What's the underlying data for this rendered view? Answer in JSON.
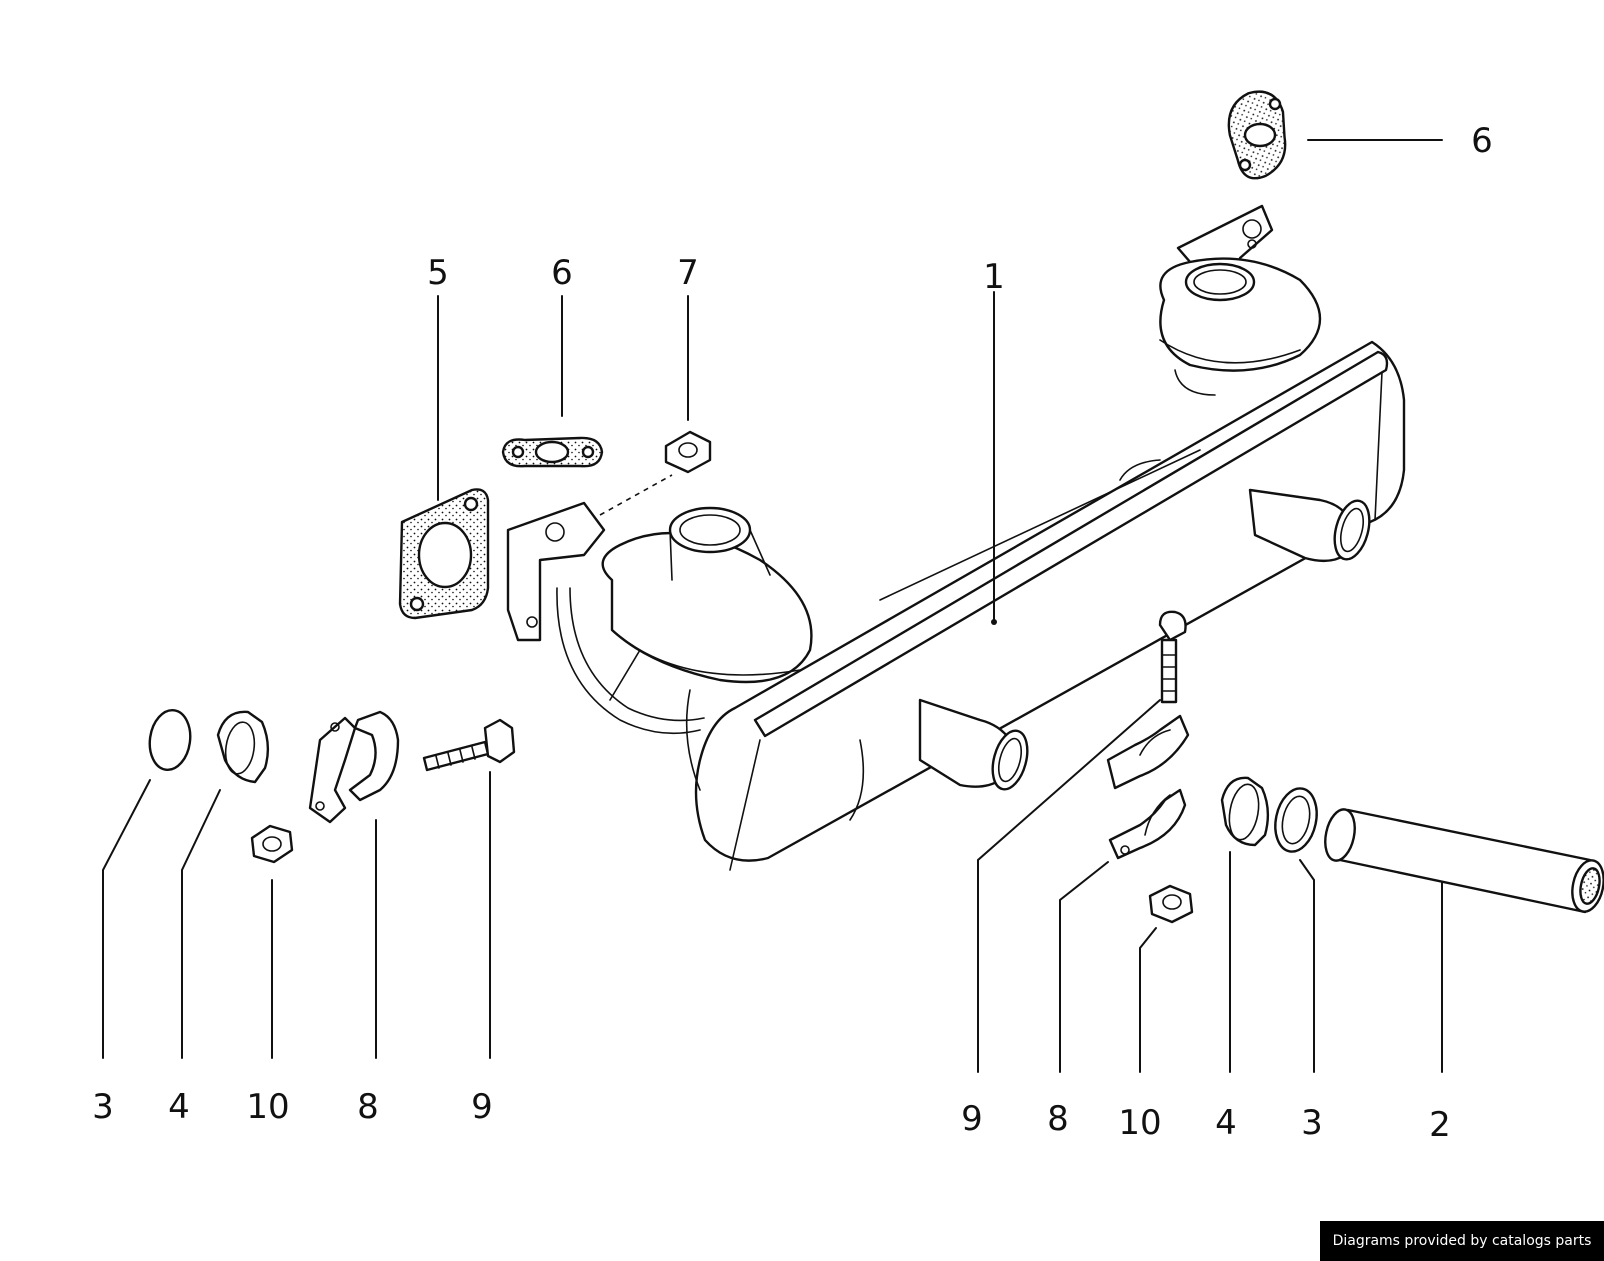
{
  "callouts": {
    "c1": "1",
    "c2": "2",
    "c3_left": "3",
    "c3_right": "3",
    "c4_left": "4",
    "c4_right": "4",
    "c5": "5",
    "c6_top": "6",
    "c6_right": "6",
    "c7": "7",
    "c8_left": "8",
    "c8_right": "8",
    "c9_left": "9",
    "c9_right": "9",
    "c10_left": "10",
    "c10_right": "10"
  },
  "credit": "Diagrams provided by catalogs parts"
}
